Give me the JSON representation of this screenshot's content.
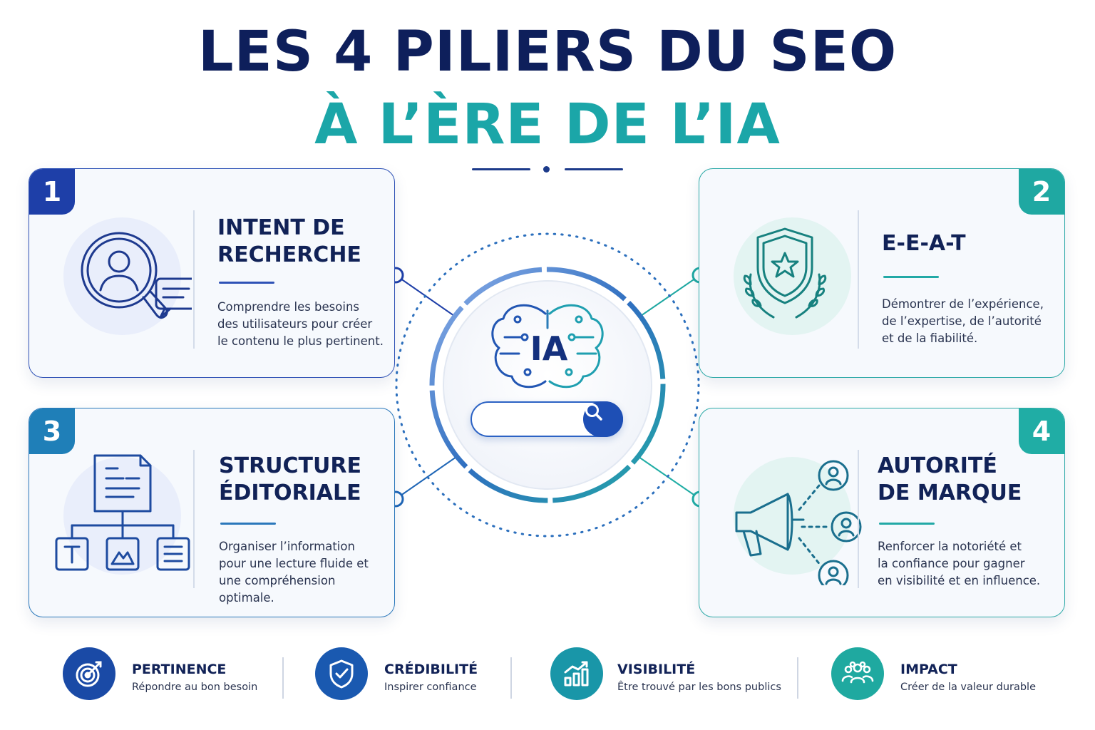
{
  "title": {
    "line1": "LES 4 PILIERS DU SEO",
    "line2": "À L’ÈRE DE L’IA"
  },
  "center": {
    "label": "IA",
    "icon": "brain-circuit-icon",
    "search_icon": "magnifier-icon"
  },
  "pillars": [
    {
      "number": "1",
      "title": "INTENT DE\nRECHERCHE",
      "description": "Comprendre les besoins\ndes utilisateurs pour créer\nle contenu le plus pertinent.",
      "icon": "user-search-icon",
      "color": "#1e3fa8"
    },
    {
      "number": "2",
      "title": "E-E-A-T",
      "description": "Démontrer de l’expérience,\nde l’expertise, de l’autorité\net de la fiabilité.",
      "icon": "shield-star-laurel-icon",
      "color": "#1fa8a2"
    },
    {
      "number": "3",
      "title": "STRUCTURE\nÉDITORIALE",
      "description": "Organiser l’information\npour une lecture fluide et\nune compréhension optimale.",
      "icon": "document-hierarchy-icon",
      "color": "#1f7fb8"
    },
    {
      "number": "4",
      "title": "AUTORITÉ\nDE MARQUE",
      "description": "Renforcer la notoriété et\nla confiance pour gagner\nen visibilité et en influence.",
      "icon": "megaphone-audience-icon",
      "color": "#20ada5"
    }
  ],
  "benefits": [
    {
      "title": "PERTINENCE",
      "subtitle": "Répondre au bon besoin",
      "icon": "target-icon",
      "color": "#1a4aa6"
    },
    {
      "title": "CRÉDIBILITÉ",
      "subtitle": "Inspirer confiance",
      "icon": "shield-check-icon",
      "color": "#1a59b0"
    },
    {
      "title": "VISIBILITÉ",
      "subtitle": "Être trouvé par les bons publics",
      "icon": "growth-chart-icon",
      "color": "#1996a8"
    },
    {
      "title": "IMPACT",
      "subtitle": "Créer de la valeur durable",
      "icon": "group-people-icon",
      "color": "#1fa9a0"
    }
  ]
}
